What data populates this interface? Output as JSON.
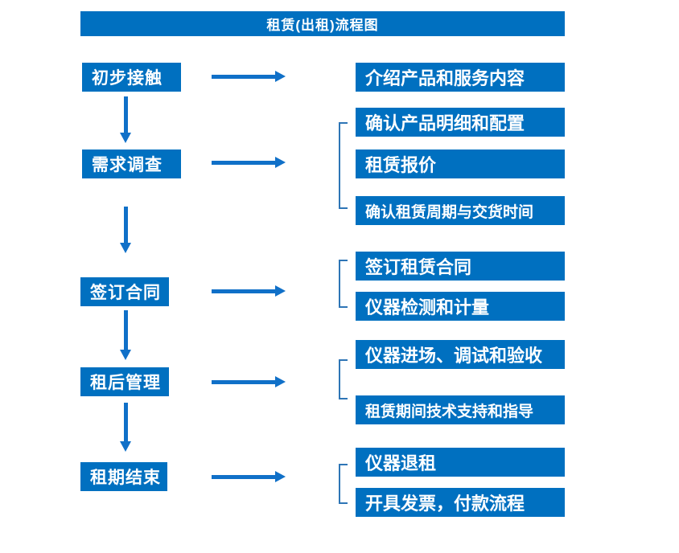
{
  "title": "租赁(出租)流程图",
  "colors": {
    "box_blue": "#0070C0",
    "arrow_blue": "#1070C8",
    "bracket_blue": "#2E75B6",
    "text_white": "#FFFFFF",
    "background": "#FFFFFF"
  },
  "rows": [
    {
      "step": "初步接触",
      "outputs": [
        "介绍产品和服务内容"
      ]
    },
    {
      "step": "需求调查",
      "outputs": [
        "确认产品明细和配置",
        "租赁报价",
        "确认租赁周期与交货时间"
      ]
    },
    {
      "step": "签订合同",
      "outputs": [
        "签订租赁合同",
        "仪器检测和计量"
      ]
    },
    {
      "step": "租后管理",
      "outputs": [
        "仪器进场、调试和验收",
        "租赁期间技术支持和指导"
      ]
    },
    {
      "step": "租期结束",
      "outputs": [
        "仪器退租",
        "开具发票，付款流程"
      ]
    }
  ]
}
